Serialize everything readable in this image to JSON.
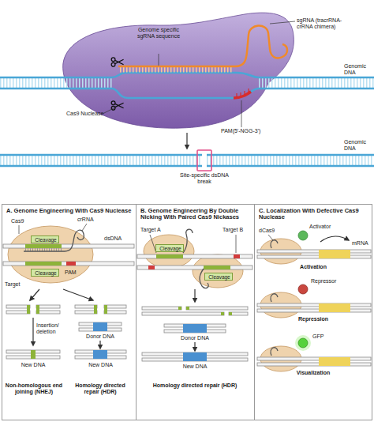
{
  "diagram": {
    "nodes": [
      {
        "text": [
          "Genome specific sgRNA sequence"
        ]
      },
      {
        "text": [
          "A. Genome Engineering With Cas9 Nuclease"
        ]
      },
      {
        "text": [
          "Cleavage"
        ],
        "in": 1
      },
      {
        "text": [
          "Cleavage"
        ],
        "in": 1
      },
      {
        "text": [
          "B. Genome Engineering By Double Nicking With Paired Cas9 Nickases"
        ]
      },
      {
        "text": [
          "Cleavage"
        ],
        "in": 4
      },
      {
        "text": [
          "Cleavage"
        ],
        "in": 4
      },
      {
        "text": [
          "C. Localization With Defective Cas9 Nuclease"
        ]
      }
    ],
    "labels": [
      "sgRNA (tracrRNA-crRNA chimera)",
      "Genomic DNA",
      "Cas9 Nuclease",
      "PAM(5'-NGG-3')",
      "Genomic DNA",
      "Site-specific dsDNA break",
      "Cas9",
      "crRNA",
      "dsDNA",
      "Target",
      "PAM",
      "Donor DNA",
      "Insertion/ deletion",
      "New DNA",
      "New DNA",
      "Non-homologous end joining (NHEJ)",
      "Homology directed repair (HDR)",
      "Target A",
      "Target B",
      "Donor DNA",
      "New DNA",
      "Homology directed repair (HDR)",
      "dCas9",
      "Activator",
      "mRNA",
      "Activation",
      "Repressor",
      "Repression",
      "GFP",
      "Visualization"
    ]
  }
}
